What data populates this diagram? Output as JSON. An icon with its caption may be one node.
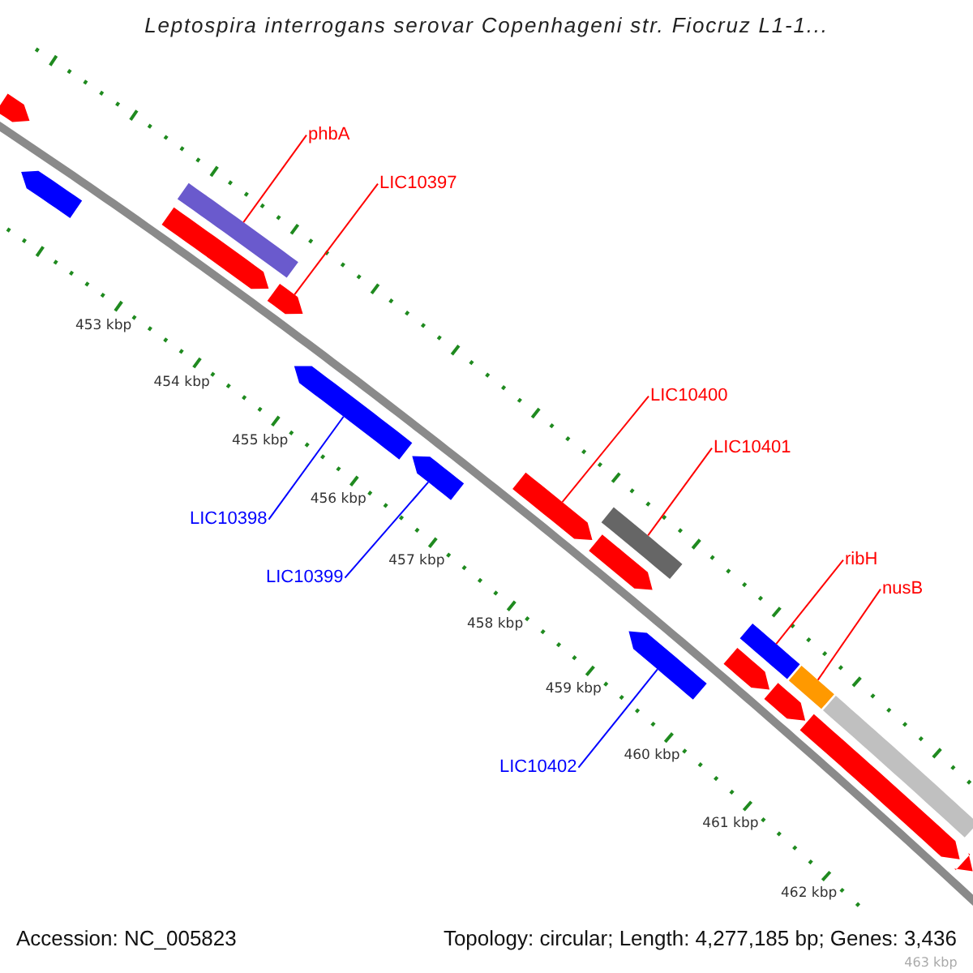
{
  "diagram": {
    "title": "Leptospira interrogans serovar Copenhageni str. Fiocruz L1-1...",
    "nodes": [
      {
        "text": [],
        "shape": "arrow"
      },
      {
        "text": [],
        "shape": "arrow"
      },
      {
        "text": [
          "phbA"
        ]
      },
      {
        "text": [],
        "shape": "bar"
      },
      {
        "text": [],
        "shape": "arrow"
      },
      {
        "text": [
          "LIC10397"
        ]
      },
      {
        "text": [],
        "shape": "arrow"
      },
      {
        "text": [],
        "shape": "arrow"
      },
      {
        "text": [
          "LIC10398"
        ]
      },
      {
        "text": [],
        "shape": "arrow"
      },
      {
        "text": [
          "LIC10399"
        ]
      },
      {
        "text": [
          "LIC10400"
        ]
      },
      {
        "text": [],
        "shape": "arrow"
      },
      {
        "text": [
          "LIC10401"
        ]
      },
      {
        "text": [],
        "shape": "bar"
      },
      {
        "text": [],
        "shape": "arrow"
      },
      {
        "text": [
          "ribH"
        ]
      },
      {
        "text": [
          "nusB"
        ]
      },
      {
        "text": [],
        "shape": "arrow"
      },
      {
        "text": [
          "LIC10402"
        ]
      },
      {
        "text": [],
        "shape": "bar"
      },
      {
        "text": [],
        "shape": "bar"
      },
      {
        "text": [],
        "shape": "bar"
      },
      {
        "text": [],
        "shape": "arrow"
      },
      {
        "text": [],
        "shape": "arrow"
      },
      {
        "text": [],
        "shape": "arrow"
      },
      {
        "text": [],
        "shape": "arrow"
      }
    ],
    "edges": [
      {
        "from": 2,
        "to": 3,
        "arrow": "none"
      },
      {
        "from": 5,
        "to": 6,
        "arrow": "none"
      },
      {
        "from": 8,
        "to": 7,
        "arrow": "none",
        "color": "#0000ff"
      },
      {
        "from": 10,
        "to": 9,
        "arrow": "none",
        "color": "#0000ff"
      },
      {
        "from": 11,
        "to": 12,
        "arrow": "none"
      },
      {
        "from": 13,
        "to": 14,
        "arrow": "none"
      },
      {
        "from": 16,
        "to": 20,
        "arrow": "none"
      },
      {
        "from": 17,
        "to": 21,
        "arrow": "none"
      },
      {
        "from": 19,
        "to": 18,
        "arrow": "none",
        "color": "#0000ff"
      }
    ],
    "labels": [
      "453 kbp",
      "454 kbp",
      "455 kbp",
      "456 kbp",
      "457 kbp",
      "458 kbp",
      "459 kbp",
      "460 kbp",
      "461 kbp",
      "462 kbp",
      "463 kbp",
      "Accession: NC_005823",
      "Topology: circular; Length: 4,277,185 bp; Genes: 3,436"
    ]
  }
}
